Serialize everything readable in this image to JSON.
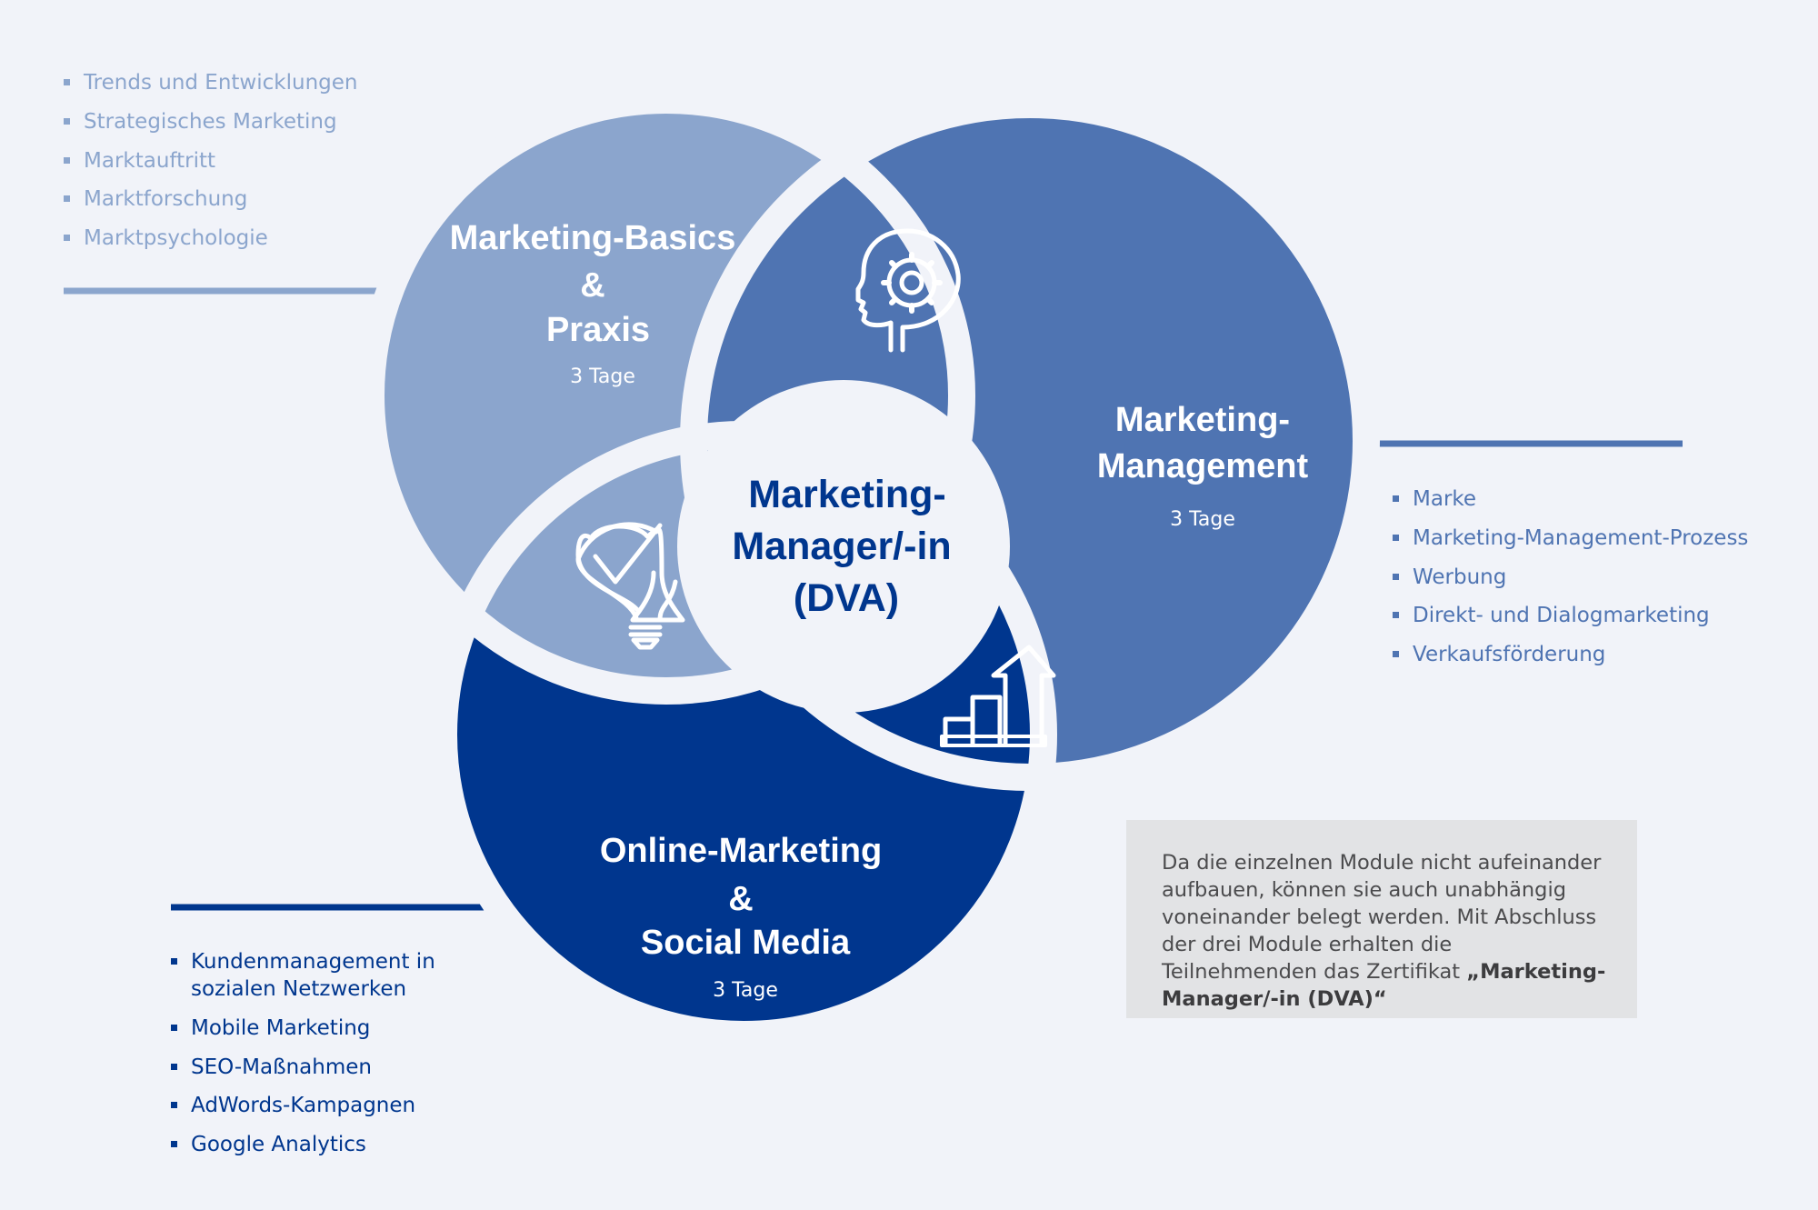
{
  "center": {
    "lines": [
      "Marketing-",
      "Manager/-in",
      "(DVA)"
    ]
  },
  "modules": {
    "basics": {
      "title_lines": [
        "Marketing-Basics",
        "&",
        "Praxis"
      ],
      "duration": "3 Tage"
    },
    "management": {
      "title_lines": [
        "Marketing-",
        "Management"
      ],
      "duration": "3 Tage"
    },
    "online": {
      "title_lines": [
        "Online-Marketing",
        "&",
        "Social Media"
      ],
      "duration": "3 Tage"
    }
  },
  "lists": {
    "basics": [
      "Trends und Entwicklungen",
      "Strategisches Marketing",
      "Marktauftritt",
      "Marktforschung",
      "Marktpsychologie"
    ],
    "management": [
      "Marke",
      "Marketing-Management-Prozess",
      "Werbung",
      "Direkt- und Dialogmarketing",
      "Verkaufsförderung"
    ],
    "online": [
      "Kundenmanagement in\nsozialen Netzwerken",
      "Mobile Marketing",
      "SEO-Maßnahmen",
      "AdWords-Kampagnen",
      "Google Analytics"
    ]
  },
  "info": {
    "text": "Da die einzelnen Module nicht aufeinander aufbauen, können sie auch unabhängig voneinander belegt werden. Mit Abschluss der drei Module erhalten die Teilnehmenden das Zertifikat",
    "highlight": "„Marketing-Manager/-in (DVA)“"
  },
  "icons": {
    "basics_management": "head-gear-icon",
    "basics_online": "lightbulb-check-icon",
    "management_online": "growth-chart-icon"
  },
  "colors": {
    "background": "#f1f3f9",
    "basics": "#8ba5cd",
    "management": "#4f74b2",
    "online": "#00368e",
    "center_fill": "#f1f3f9",
    "center_text": "#00368e",
    "info_box": "#e2e3e5"
  }
}
